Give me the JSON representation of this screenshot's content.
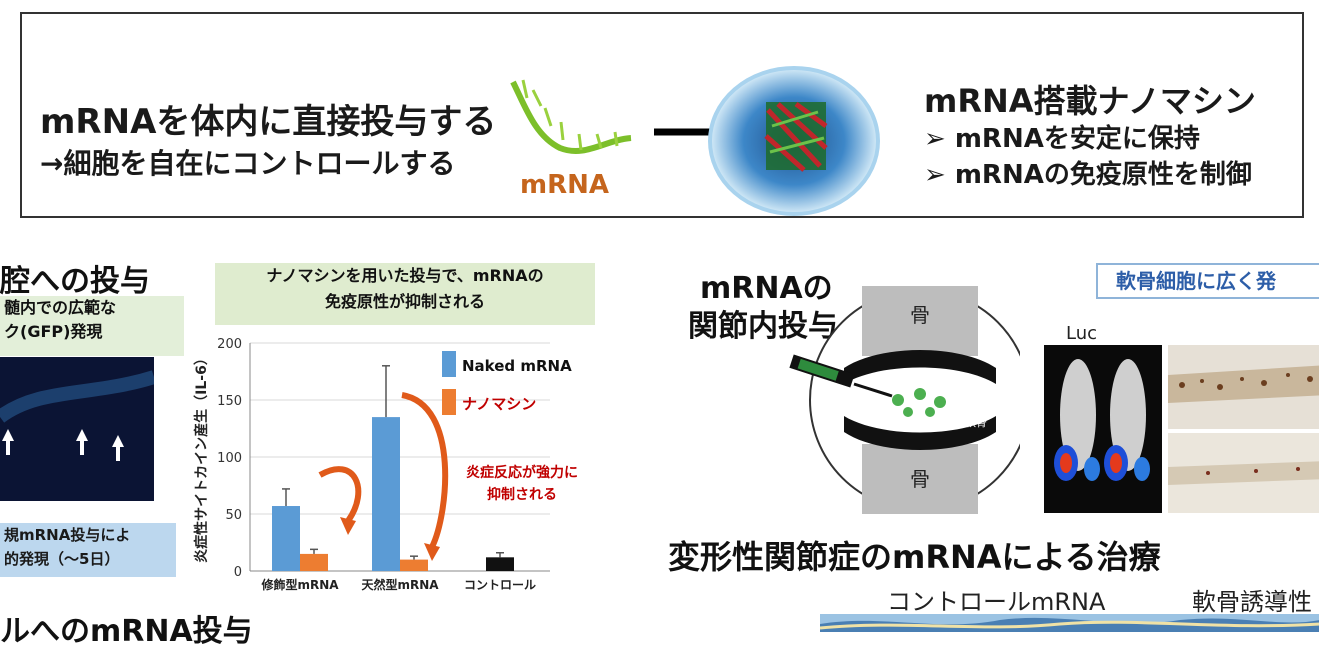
{
  "top": {
    "lead_title": "mRNAを体内に直接投与する",
    "lead_sub": "→細胞を自在にコントロールする",
    "mrna_label": "mRNA",
    "nano_title": "mRNA搭載ナノマシン",
    "bullets": [
      "mRNAを安定に保持",
      "mRNAの免疫原性を制御"
    ]
  },
  "left_panel": {
    "heading": "腔への投与",
    "green_lines": [
      "髄内での広範な",
      "ク(GFP)発現"
    ],
    "blue_lines": [
      "規mRNA投与によ",
      "的発現（〜5日）"
    ],
    "bottom_heading": "ルへのmRNA投与"
  },
  "chart_data": {
    "type": "bar",
    "title_lines": [
      "ナノマシンを用いた投与で、mRNAの",
      "免疫原性が抑制される"
    ],
    "ylabel": "炎症性サイトカイン産生（IL-6）",
    "ylim": [
      0,
      200
    ],
    "yticks": [
      0,
      50,
      100,
      150,
      200
    ],
    "categories": [
      "修飾型mRNA",
      "天然型mRNA",
      "コントロール"
    ],
    "series": [
      {
        "name": "Naked mRNA",
        "color": "#5b9bd5",
        "values": [
          57,
          135,
          null
        ],
        "errors": [
          15,
          45,
          null
        ]
      },
      {
        "name": "ナノマシン",
        "color": "#ed7d31",
        "values": [
          15,
          10,
          null
        ],
        "errors": [
          4,
          3,
          null
        ]
      },
      {
        "name": "",
        "color": "#111111",
        "values": [
          null,
          null,
          12
        ],
        "errors": [
          null,
          null,
          4
        ]
      }
    ],
    "annotation": [
      "炎症反応が強力に",
      "抑制される"
    ],
    "annotation_color": "#c00000"
  },
  "right_panel": {
    "inj_title": [
      "mRNAの",
      "関節内投与"
    ],
    "bone_top": "骨",
    "bone_bottom": "骨",
    "cartilage_tag": "軟骨",
    "bone_box": "軟骨細胞に広く発",
    "luc_label": "Luc",
    "oa_title": "変形性関節症のmRNAによる治療",
    "control_label": "コントロールmRNA",
    "carti_label": "軟骨誘導性"
  }
}
